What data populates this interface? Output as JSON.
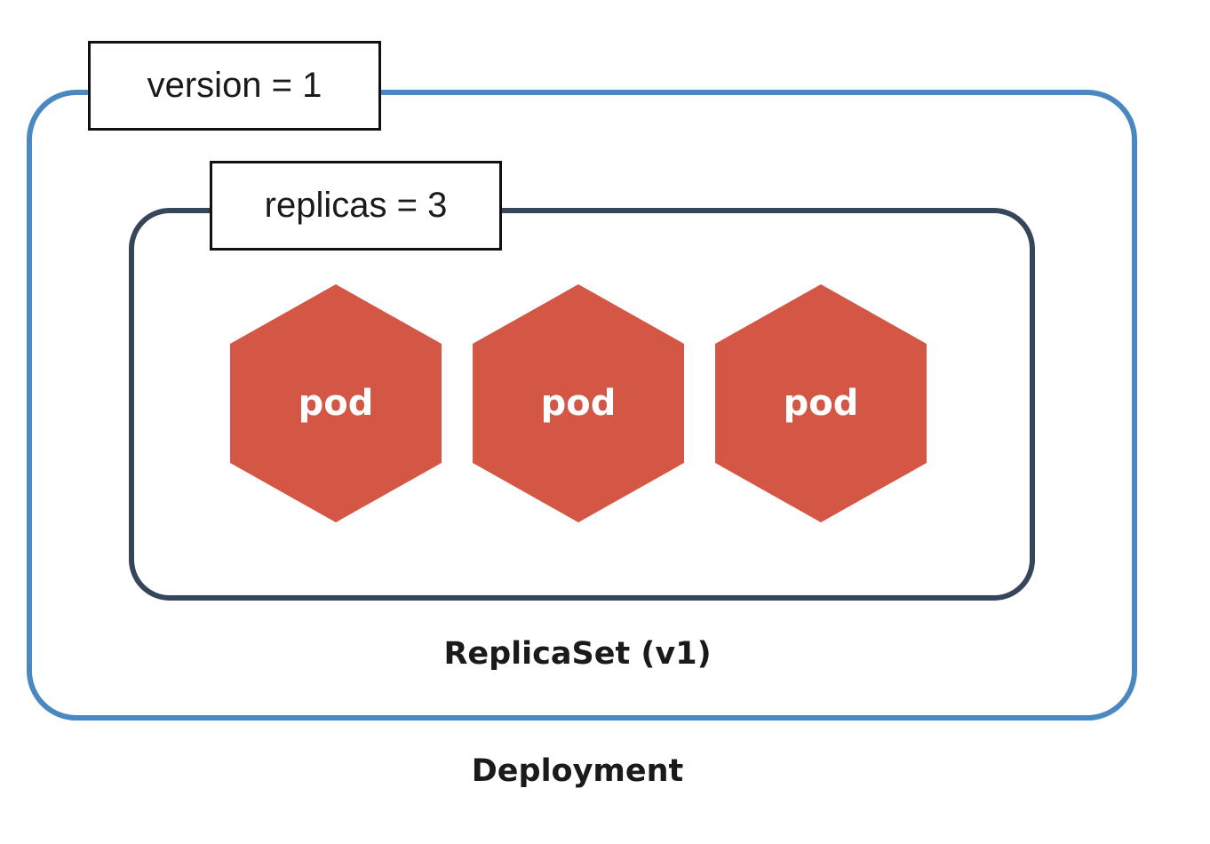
{
  "deployment": {
    "label": "version = 1",
    "caption": "Deployment",
    "border_color": "#4a88c2"
  },
  "replicaset": {
    "label": "replicas = 3",
    "caption": "ReplicaSet (v1)",
    "border_color": "#35465a"
  },
  "pods": [
    {
      "label": "pod",
      "color": "#d45644"
    },
    {
      "label": "pod",
      "color": "#d45644"
    },
    {
      "label": "pod",
      "color": "#d45644"
    }
  ]
}
